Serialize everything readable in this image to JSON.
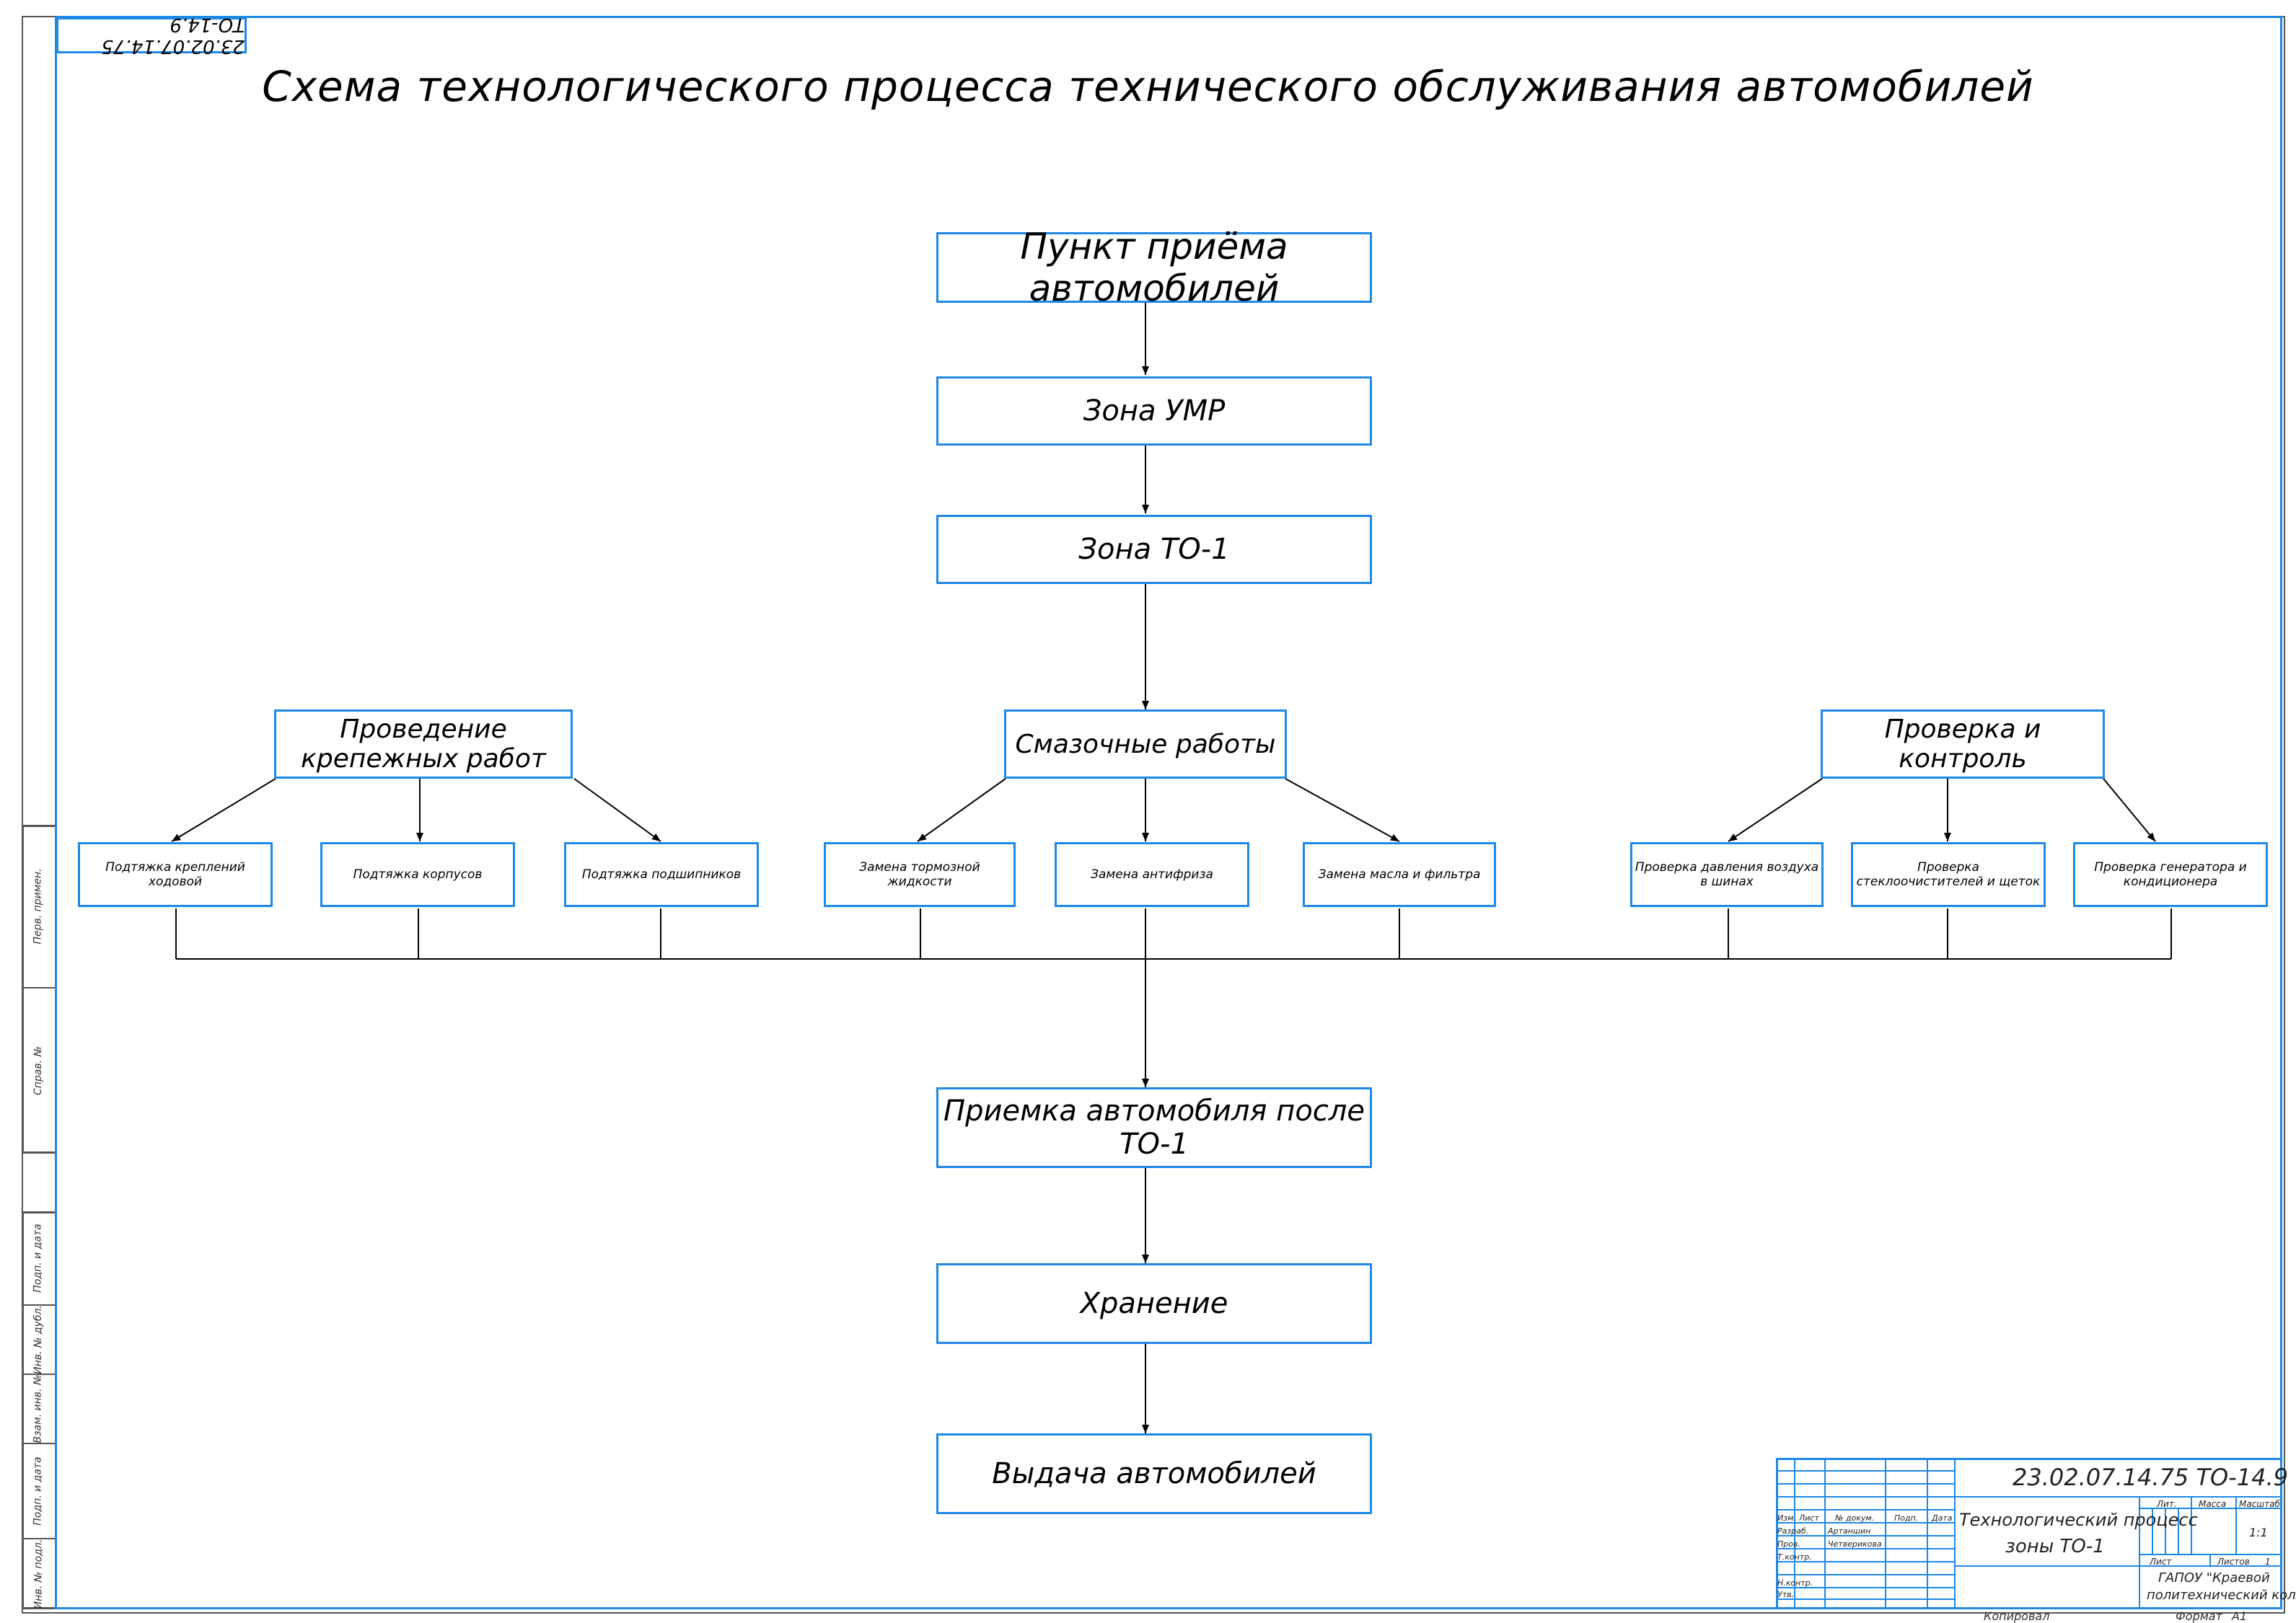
{
  "stamp_code": "23.02.07.14.75 ТО-14.9",
  "title": "Схема технологического процесса технического обслуживания автомобилей",
  "nodes": {
    "reception": "Пункт приёма автомобилей",
    "umr": "Зона УМР",
    "to1": "Зона ТО-1",
    "cat_fastening": "Проведение крепежных работ",
    "cat_lubrication": "Смазочные работы",
    "cat_control": "Проверка и контроль",
    "op_1": "Подтяжка креплений ходовой",
    "op_2": "Подтяжка корпусов",
    "op_3": "Подтяжка подшипников",
    "op_4": "Замена тормозной жидкости",
    "op_5": "Замена антифриза",
    "op_6": "Замена масла и фильтра",
    "op_7": "Проверка давления воздуха в шинах",
    "op_8": "Проверка стеклоочистителей и щеток",
    "op_9": "Проверка генератора и кондиционера",
    "acceptance": "Приемка автомобиля после ТО-1",
    "storage": "Хранение",
    "issue": "Выдача автомобилей"
  },
  "side_labels": [
    "Перв. примен.",
    "Справ. №",
    "Подп. и дата",
    "Инв. № дубл.",
    "Взам. инв. №",
    "Подп. и дата",
    "Инв. № подл."
  ],
  "title_block": {
    "doc_code": "23.02.07.14.75 ТО-14.9",
    "doc_title_1": "Технологический процесс",
    "doc_title_2": "зоны ТО-1",
    "col_izm": "Изм.",
    "col_list": "Лист",
    "col_docnum": "№ докум.",
    "col_sign": "Подп.",
    "col_date": "Дата",
    "row_razrab": "Разраб.",
    "row_prov": "Пров.",
    "row_tkontr": "Т.контр.",
    "row_nkontr": "Н.контр.",
    "row_utv": "Утв.",
    "name_razrab": "Артаншин",
    "name_prov": "Четверикова",
    "lit": "Лит.",
    "massa": "Масса",
    "masshtab": "Масштаб",
    "scale_value": "1:1",
    "sheet": "Лист",
    "sheets": "Листов",
    "sheets_value": "1",
    "org_1": "ГАПОУ \"Краевой",
    "org_2": "политехнический колледж\""
  },
  "footer": {
    "copied": "Копировал",
    "format": "Формат",
    "format_value": "А1"
  },
  "colors": {
    "line_blue": "#1e88e5",
    "frame_gray": "#555555"
  }
}
